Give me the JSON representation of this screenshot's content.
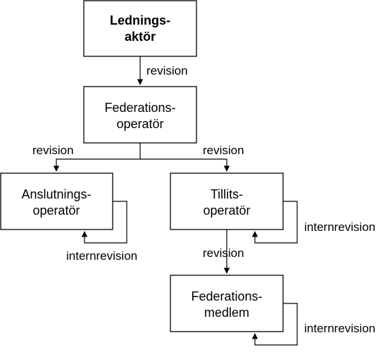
{
  "nodes": {
    "ledningsaktor": {
      "line1": "Lednings-",
      "line2": "aktör"
    },
    "federationsoperator": {
      "line1": "Federations-",
      "line2": "operatör"
    },
    "anslutningsoperator": {
      "line1": "Anslutnings-",
      "line2": "operatör"
    },
    "tillitsoperator": {
      "line1": "Tillits-",
      "line2": "operatör"
    },
    "federationsmedlem": {
      "line1": "Federations-",
      "line2": "medlem"
    }
  },
  "edges": {
    "ledning_to_federation": "revision",
    "federation_to_anslutning": "revision",
    "federation_to_tillit": "revision",
    "anslutning_self": "internrevision",
    "tillit_self": "internrevision",
    "tillit_to_medlem": "revision",
    "medlem_self": "internrevision"
  }
}
